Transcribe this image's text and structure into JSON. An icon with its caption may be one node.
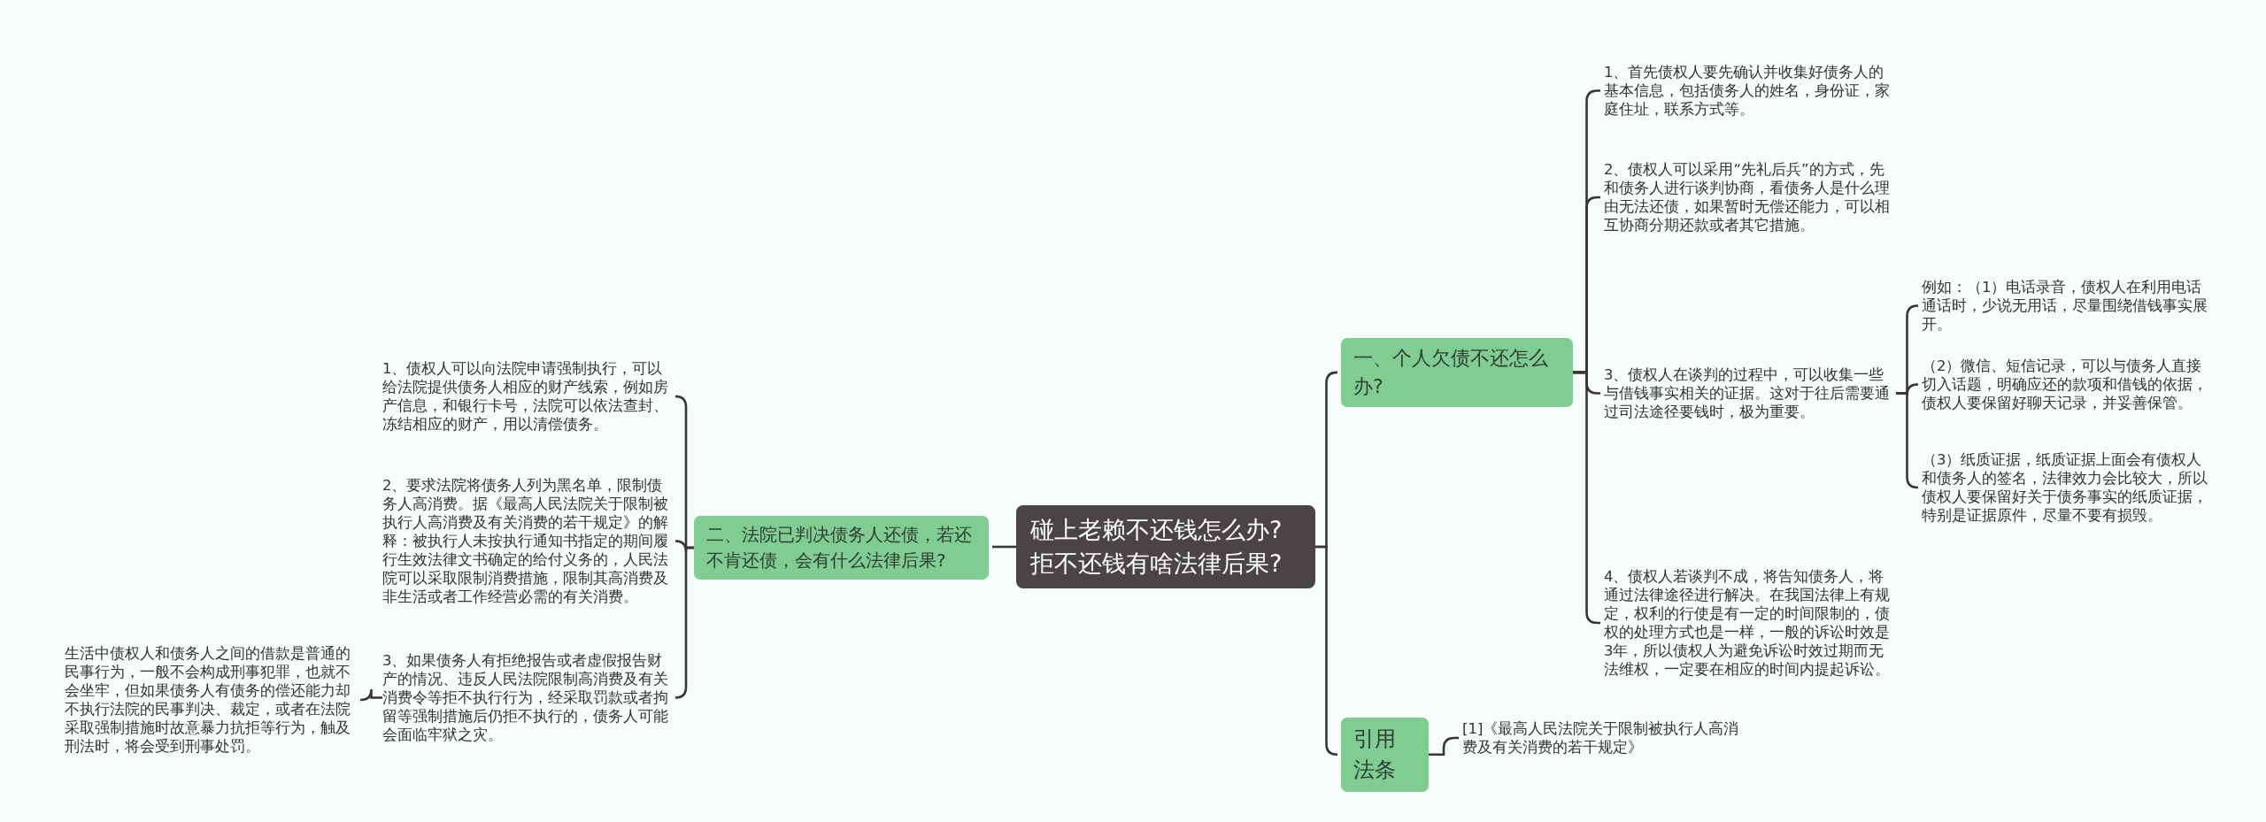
{
  "diagram": {
    "nodes": [
      {
        "text": [
          "碰上老赖不还钱怎么办?拒不还钱有啥法律后果?"
        ]
      },
      {
        "text": [
          "一、个人欠债不还怎么办?"
        ]
      },
      {
        "text": [
          "引用法条"
        ]
      },
      {
        "text": [
          "二、法院已判决债务人还债，若还不肯还债，会有什么法律后果?"
        ]
      },
      {
        "text": [
          "1、首先债权人要先确认并收集好债务人的基本信息，包括债务人的姓名，身份证，家庭住址，联系方式等。"
        ]
      },
      {
        "text": [
          "2、债权人可以采用“先礼后兵”的方式，先和债务人进行谈判协商，看债务人是什么理由无法还债，如果暂时无偿还能力，可以相互协商分期还款或者其它措施。"
        ]
      },
      {
        "text": [
          "3、债权人在谈判的过程中，可以收集一些与借钱事实相关的证据。这对于往后需要通过司法途径要钱时，极为重要。"
        ]
      },
      {
        "text": [
          "4、债权人若谈判不成，将告知债务人，将通过法律途径进行解决。在我国法律上有规定，权利的行使是有一定的时间限制的，债权的处理方式也是一样，一般的诉讼时效是3年，所以债权人为避免诉讼时效过期而无法维权，一定要在相应的时间内提起诉讼。"
        ]
      },
      {
        "text": [
          "例如：（1）电话录音，债权人在利用电话通话时，少说无用话，尽量围绕借钱事实展开。"
        ]
      },
      {
        "text": [
          "（2）微信、短信记录，可以与债务人直接切入话题，明确应还的款项和借钱的依据，债权人要保留好聊天记录，并妥善保管。"
        ]
      },
      {
        "text": [
          "（3）纸质证据，纸质证据上面会有债权人和债务人的签名，法律效力会比较大，所以债权人要保留好关于债务事实的纸质证据，特别是证据原件，尽量不要有损毁。"
        ]
      },
      {
        "text": [
          "[1]《最高人民法院关于限制被执行人高消费及有关消费的若干规定》"
        ]
      },
      {
        "text": [
          "1、债权人可以向法院申请强制执行，可以给法院提供债务人相应的财产线索，例如房产信息，和银行卡号，法院可以依法查封、冻结相应的财产，用以清偿债务。"
        ]
      },
      {
        "text": [
          "2、要求法院将债务人列为黑名单，限制债务人高消费。据《最高人民法院关于限制被执行人高消费及有关消费的若干规定》的解释：被执行人未按执行通知书指定的期间履行生效法律文书确定的给付义务的，人民法院可以采取限制消费措施，限制其高消费及非生活或者工作经营必需的有关消费。"
        ]
      },
      {
        "text": [
          "3、如果债务人有拒绝报告或者虚假报告财产的情况、违反人民法院限制高消费及有关消费令等拒不执行行为，经采取罚款或者拘留等强制措施后仍拒不执行的，债务人可能会面临牢狱之灾。"
        ]
      },
      {
        "text": [
          "生活中债权人和债务人之间的借款是普通的民事行为，一般不会构成刑事犯罪，也就不会坐牢，但如果债务人有债务的偿还能力却不执行法院的民事判决、裁定，或者在法院采取强制措施时故意暴力抗拒等行为，触及刑法时，将会受到刑事处罚。"
        ]
      }
    ],
    "edges": [
      {
        "from": 0,
        "to": 1,
        "arrow": "none"
      },
      {
        "from": 0,
        "to": 2,
        "arrow": "none"
      },
      {
        "from": 0,
        "to": 3,
        "arrow": "none"
      },
      {
        "from": 1,
        "to": 4,
        "arrow": "none"
      },
      {
        "from": 1,
        "to": 5,
        "arrow": "none"
      },
      {
        "from": 1,
        "to": 6,
        "arrow": "none"
      },
      {
        "from": 1,
        "to": 7,
        "arrow": "none"
      },
      {
        "from": 6,
        "to": 8,
        "arrow": "none"
      },
      {
        "from": 6,
        "to": 9,
        "arrow": "none"
      },
      {
        "from": 6,
        "to": 10,
        "arrow": "none"
      },
      {
        "from": 2,
        "to": 11,
        "arrow": "none"
      },
      {
        "from": 3,
        "to": 12,
        "arrow": "none"
      },
      {
        "from": 3,
        "to": 13,
        "arrow": "none"
      },
      {
        "from": 3,
        "to": 14,
        "arrow": "none"
      },
      {
        "from": 14,
        "to": 15,
        "arrow": "none"
      }
    ]
  }
}
